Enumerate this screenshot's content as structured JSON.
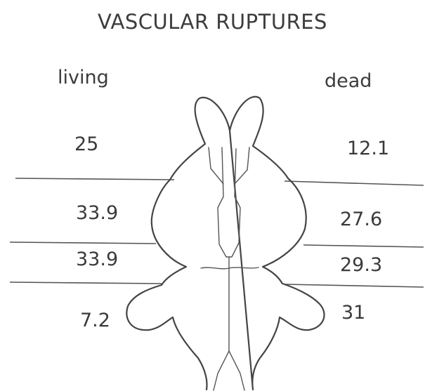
{
  "title": "VASCULAR RUPTURES",
  "columns": {
    "left": "living",
    "right": "dead"
  },
  "living": [
    "25",
    "33.9",
    "33.9",
    "7.2"
  ],
  "dead": [
    "12.1",
    "27.6",
    "29.3",
    "31"
  ]
}
